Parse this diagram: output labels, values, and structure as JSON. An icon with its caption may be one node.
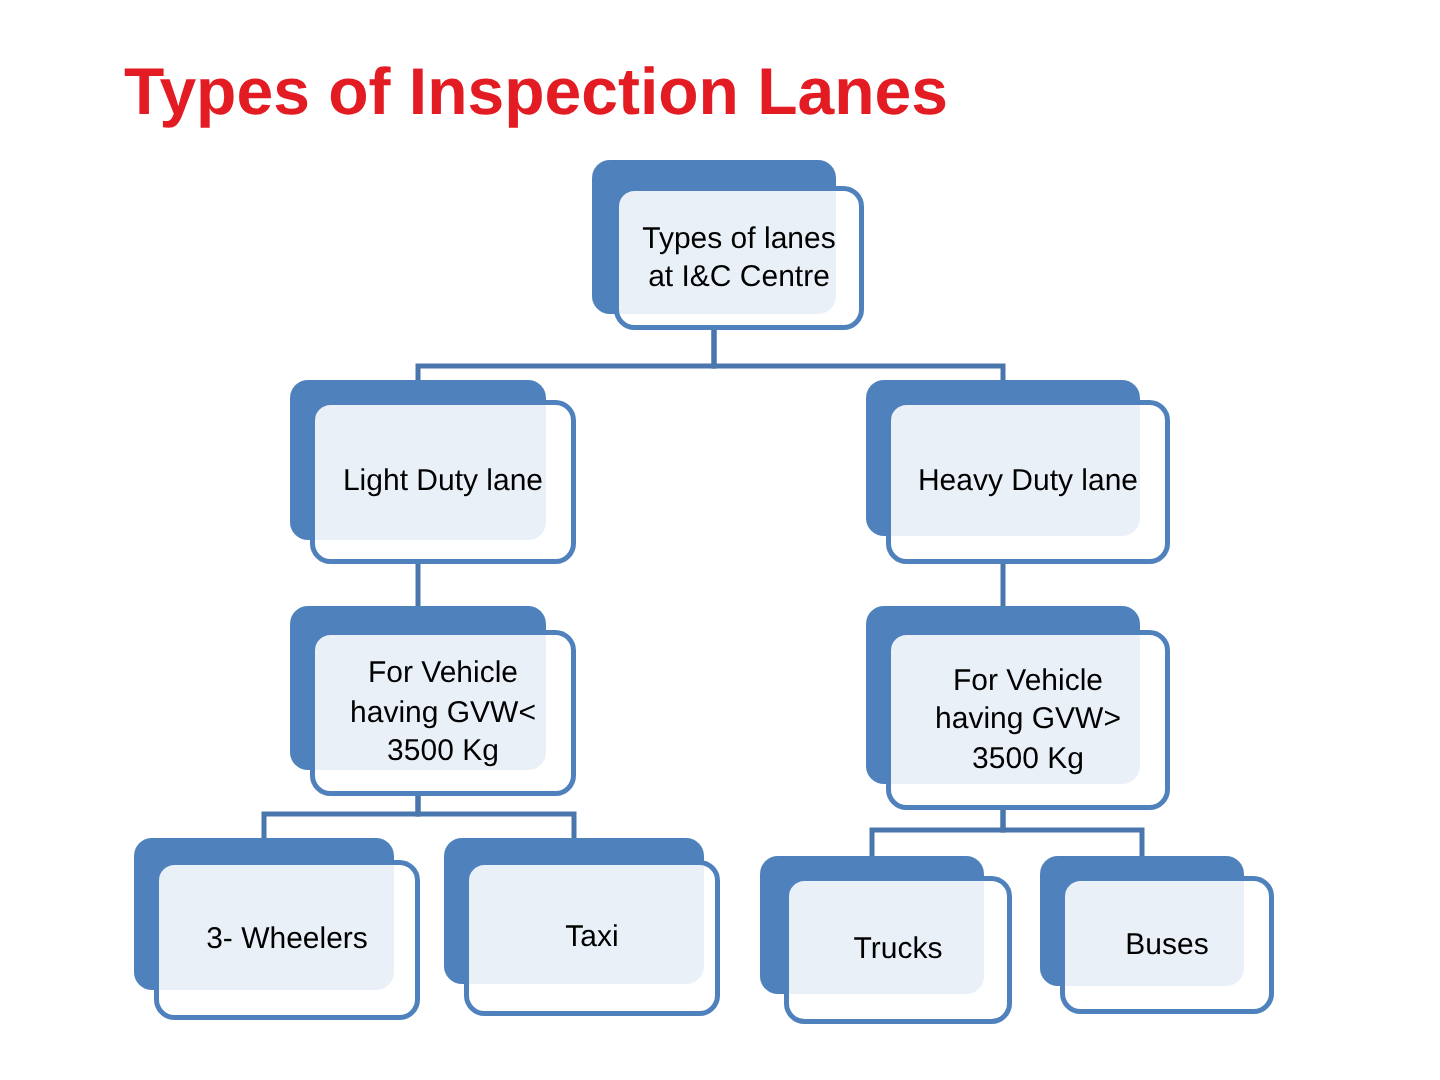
{
  "diagram": {
    "title": "Types of Inspection Lanes",
    "nodes": [
      {
        "text": [
          "Types of lanes at I&C Centre"
        ]
      },
      {
        "text": [
          "Light Duty lane"
        ]
      },
      {
        "text": [
          "Heavy Duty lane"
        ]
      },
      {
        "text": [
          "For Vehicle having GVW< 3500 Kg"
        ]
      },
      {
        "text": [
          "For Vehicle having GVW> 3500 Kg"
        ]
      },
      {
        "text": [
          "3- Wheelers"
        ]
      },
      {
        "text": [
          "Taxi"
        ]
      },
      {
        "text": [
          "Trucks"
        ]
      },
      {
        "text": [
          "Buses"
        ]
      }
    ],
    "edges": [
      {
        "from": 0,
        "to": 1,
        "arrow": "none"
      },
      {
        "from": 0,
        "to": 2,
        "arrow": "none"
      },
      {
        "from": 1,
        "to": 3,
        "arrow": "none"
      },
      {
        "from": 2,
        "to": 4,
        "arrow": "none"
      },
      {
        "from": 3,
        "to": 5,
        "arrow": "none"
      },
      {
        "from": 3,
        "to": 6,
        "arrow": "none"
      },
      {
        "from": 4,
        "to": 7,
        "arrow": "none"
      },
      {
        "from": 4,
        "to": 8,
        "arrow": "none"
      }
    ]
  }
}
